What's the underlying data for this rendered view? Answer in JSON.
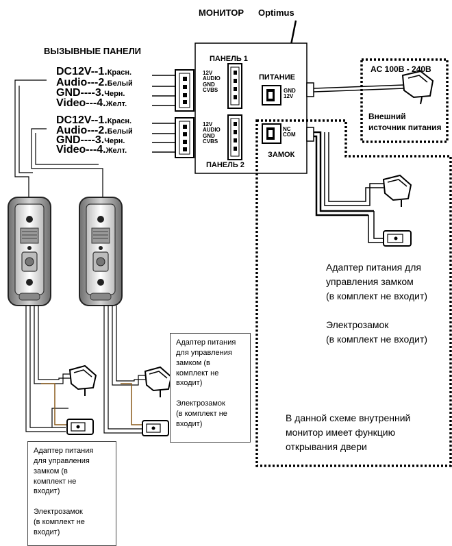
{
  "monitor_title": "МОНИТОР",
  "monitor_brand": "Optimus",
  "panels_title": "ВЫЗЫВНЫЕ ПАНЕЛИ",
  "panel1_wires": [
    {
      "signal": "DC12V--",
      "num": "1.",
      "color": "Красн."
    },
    {
      "signal": "Audio---",
      "num": "2.",
      "color": "Белый"
    },
    {
      "signal": "GND----",
      "num": "3.",
      "color": "Черн."
    },
    {
      "signal": "Video---",
      "num": "4.",
      "color": "Желт."
    }
  ],
  "panel2_wires": [
    {
      "signal": "DC12V--",
      "num": "1.",
      "color": "Красн."
    },
    {
      "signal": "Audio---",
      "num": "2.",
      "color": "Белый"
    },
    {
      "signal": "GND----",
      "num": "3.",
      "color": "Черн."
    },
    {
      "signal": "Video---",
      "num": "4.",
      "color": "Желт."
    }
  ],
  "monitor_box": {
    "panel1_label": "ПАНЕЛЬ 1",
    "panel2_label": "ПАНЕЛЬ 2",
    "port_pins": [
      "12V",
      "AUDIO",
      "GND",
      "CVBS"
    ],
    "power_label": "ПИТАНИЕ",
    "power_pins": [
      "GND",
      "12V"
    ],
    "lock_label": "ЗАМОК",
    "lock_pins": [
      "NC",
      "COM"
    ]
  },
  "external_power": {
    "voltage": "AC 100В - 240В",
    "caption": "Внешний\nисточник питания"
  },
  "right_notes": {
    "adapter": "Адаптер питания для\nуправления замком\n(в комплект не входит)",
    "lock": "Электрозамок\n(в комплект не входит)",
    "scheme": "В данной схеме внутренний\nмонитор имеет функцию\nоткрывания двери"
  },
  "box_middle": "Адаптер питания\nдля управления\nзамком (в\nкомплект не\nвходит)\n\nЭлектрозамок\n(в комплект не\nвходит)",
  "box_left": "Адаптер питания\nдля управления\nзамком (в\nкомплект не\nвходит)\n\nЭлектрозамок\n(в комплект не\nвходит)"
}
